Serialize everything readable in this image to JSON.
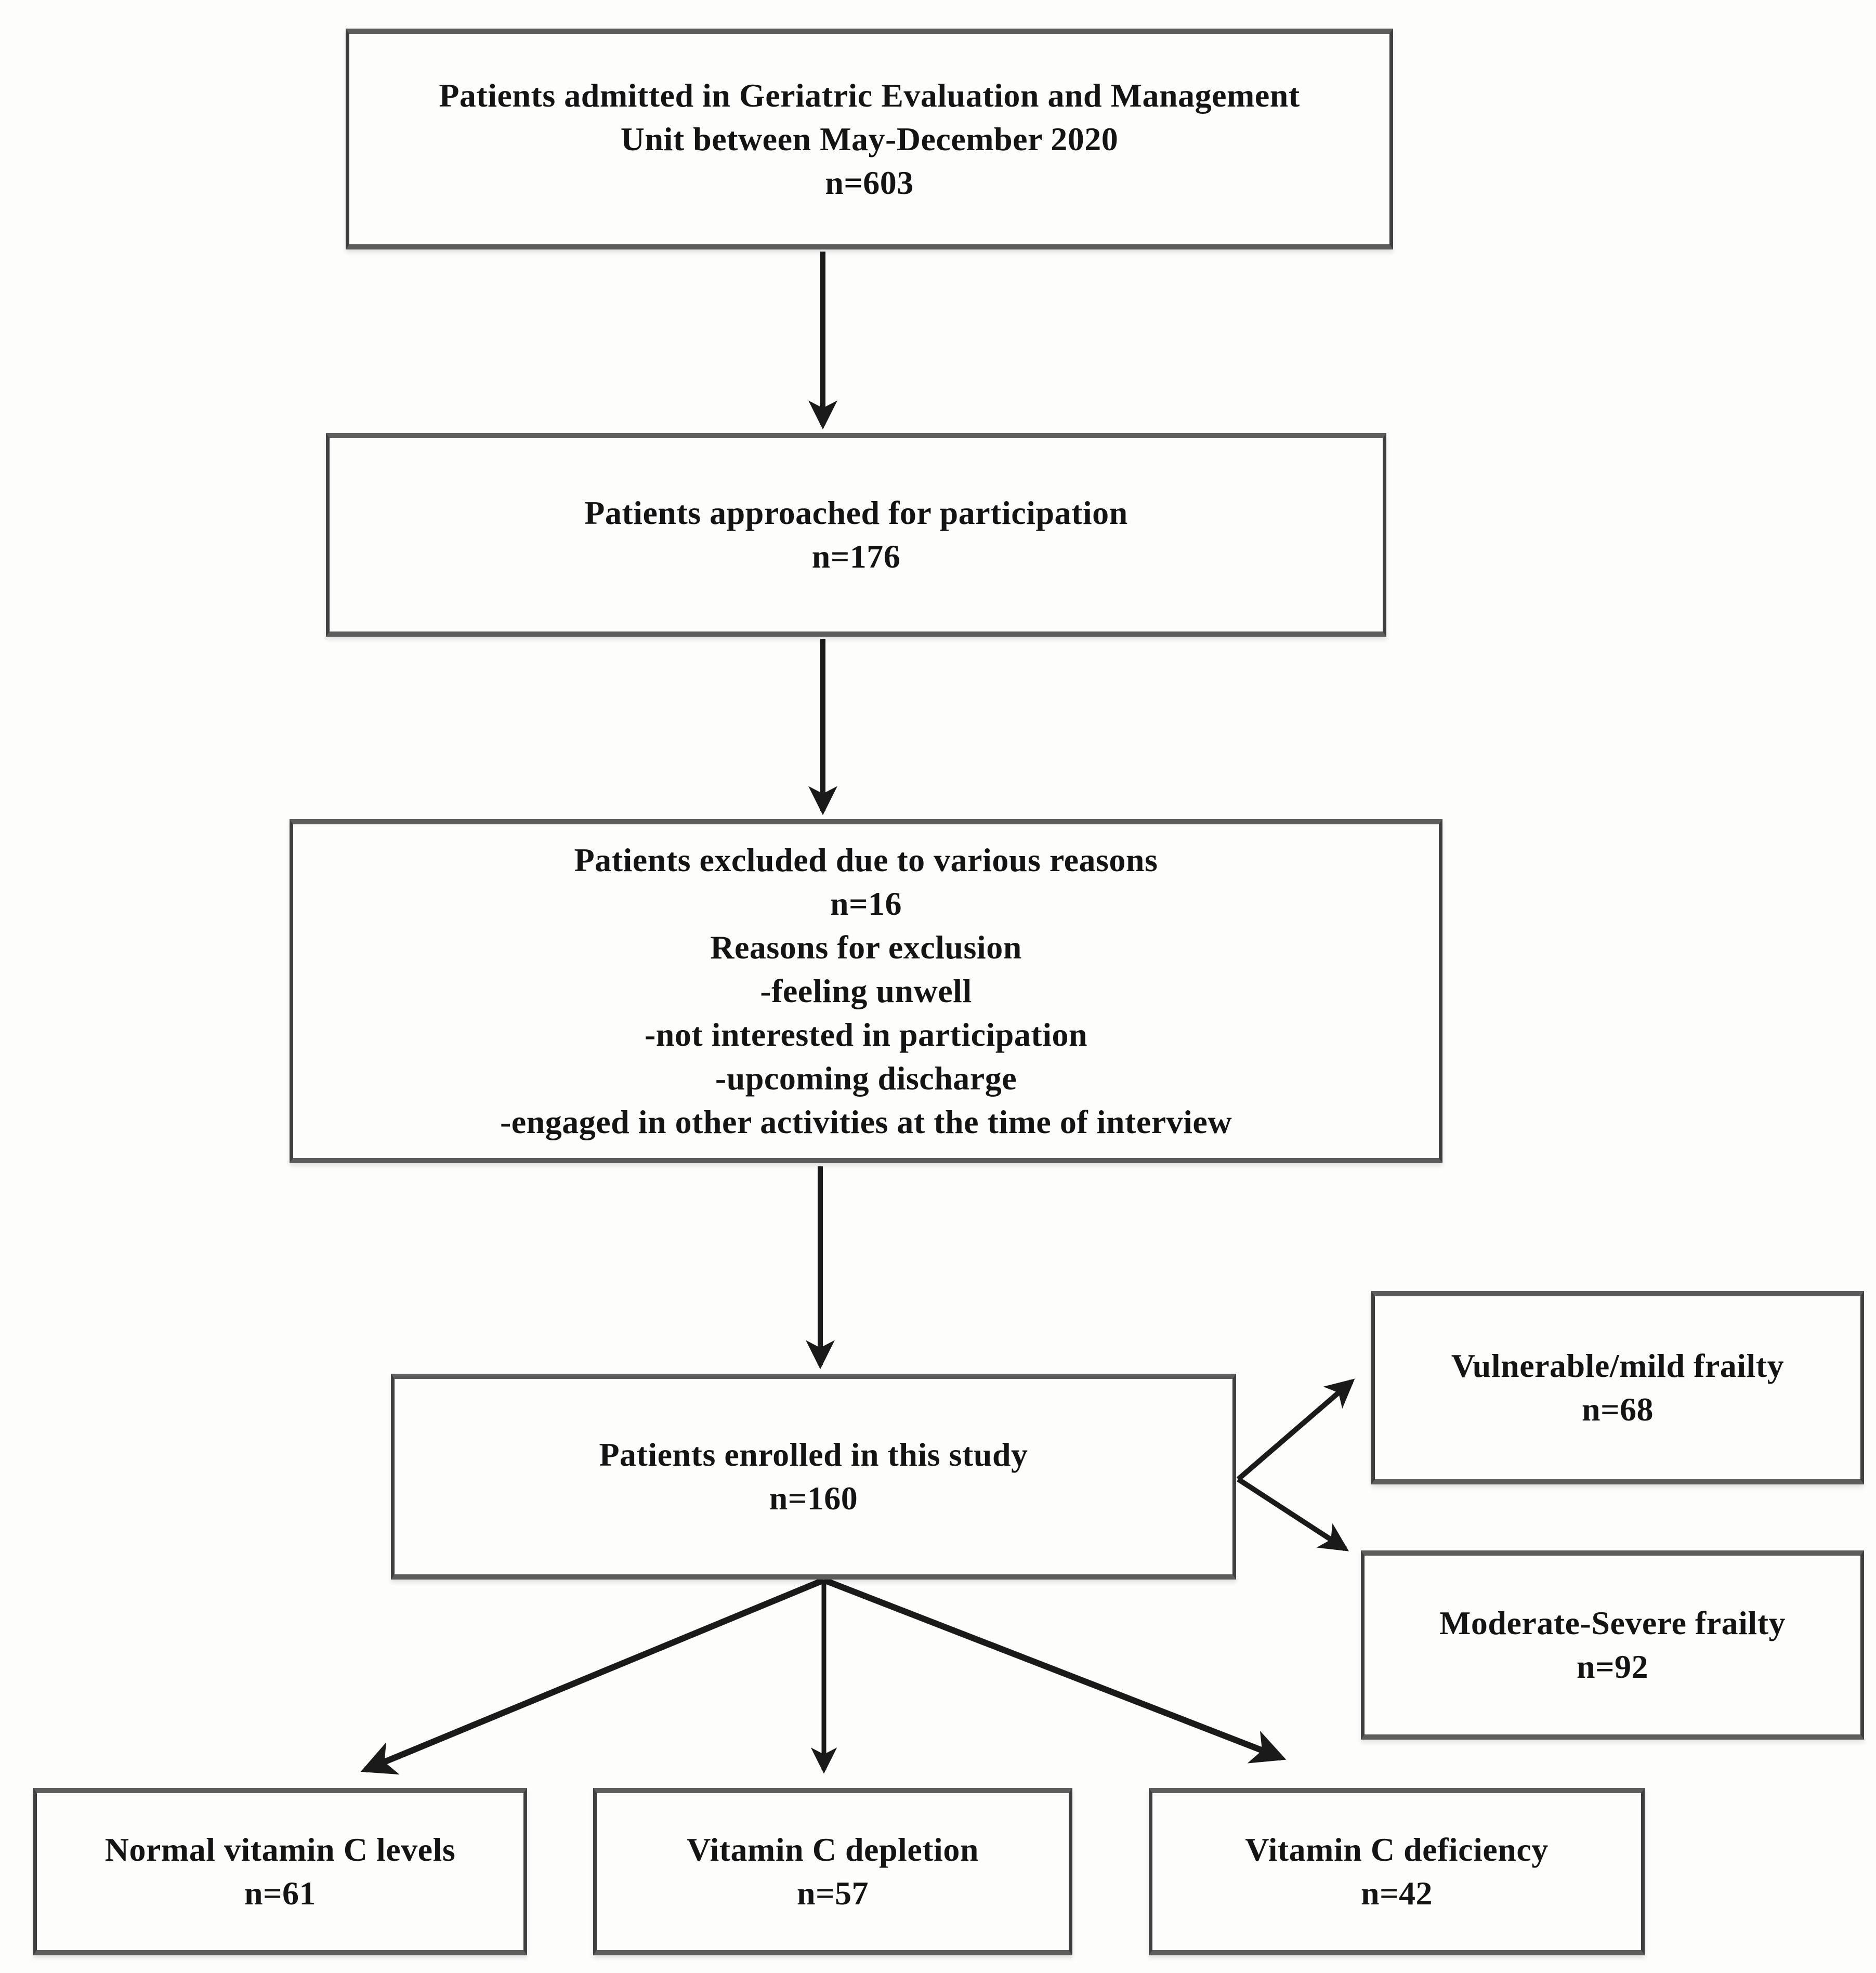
{
  "diagram": {
    "type": "flowchart",
    "boxes": {
      "admitted": {
        "lines": [
          "Patients admitted in Geriatric Evaluation and Management",
          "Unit between May-December 2020",
          "n=603"
        ]
      },
      "approached": {
        "lines": [
          "Patients approached for participation",
          "n=176"
        ]
      },
      "excluded": {
        "lines": [
          "Patients excluded due to various reasons",
          "n=16",
          "Reasons for exclusion",
          "-feeling unwell",
          "-not interested in participation",
          "-upcoming discharge",
          "-engaged in other activities at the time of interview"
        ]
      },
      "enrolled": {
        "lines": [
          "Patients enrolled in this study",
          "n=160"
        ]
      },
      "vulnerable": {
        "lines": [
          "Vulnerable/mild frailty",
          "n=68"
        ]
      },
      "moderate": {
        "lines": [
          "Moderate-Severe frailty",
          "n=92"
        ]
      },
      "normal": {
        "lines": [
          "Normal vitamin C levels",
          "n=61"
        ]
      },
      "depletion": {
        "lines": [
          "Vitamin C depletion",
          "n=57"
        ]
      },
      "deficiency": {
        "lines": [
          "Vitamin C deficiency",
          "n=42"
        ]
      }
    },
    "edges": [
      {
        "from": "admitted",
        "to": "approached"
      },
      {
        "from": "approached",
        "to": "excluded"
      },
      {
        "from": "excluded",
        "to": "enrolled"
      },
      {
        "from": "enrolled",
        "to": "vulnerable"
      },
      {
        "from": "enrolled",
        "to": "moderate"
      },
      {
        "from": "enrolled",
        "to": "normal"
      },
      {
        "from": "enrolled",
        "to": "depletion"
      },
      {
        "from": "enrolled",
        "to": "deficiency"
      }
    ],
    "colors": {
      "arrow": "#1a1a1a",
      "border": "#3f3f3f",
      "text": "#141414",
      "background": "#fdfdfc"
    }
  }
}
